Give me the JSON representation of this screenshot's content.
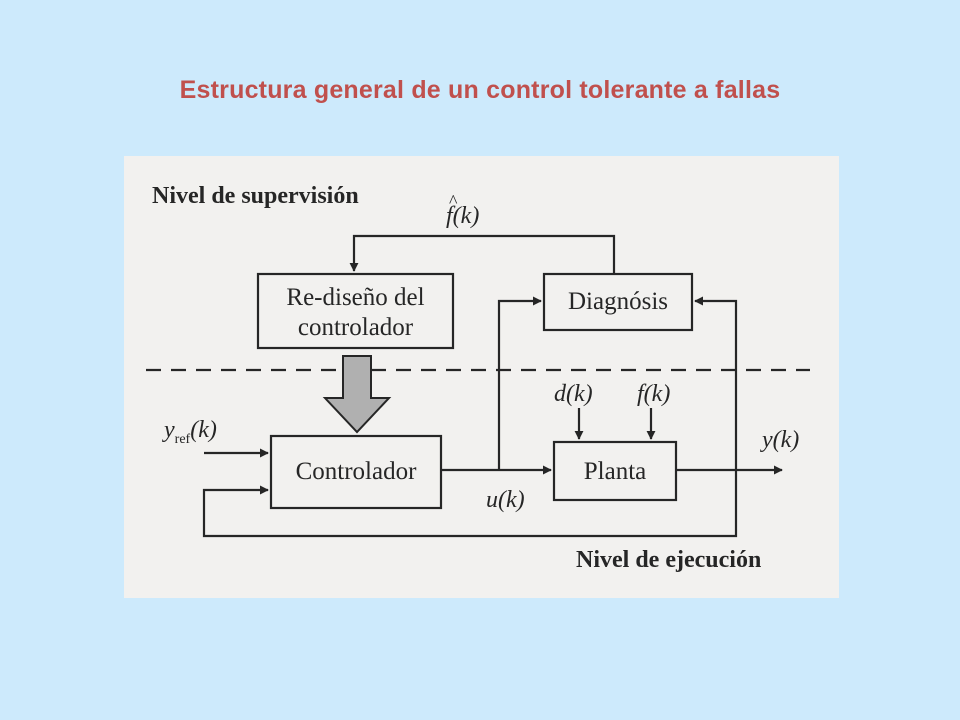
{
  "title": "Estructura general de un control tolerante a fallas",
  "diagram": {
    "levels": {
      "supervision": "Nivel de supervisión",
      "execution": "Nivel de ejecución"
    },
    "blocks": {
      "redesign_line1": "Re-diseño del",
      "redesign_line2": "controlador",
      "diagnosis": "Diagnósis",
      "controller": "Controlador",
      "plant": "Planta"
    },
    "signals": {
      "f_hat": "f",
      "f_hat_mark": "^",
      "f_hat_arg": "(k)",
      "y_ref": "y",
      "y_ref_sub": "ref",
      "y_ref_arg": "(k)",
      "d": "d(k)",
      "f": "f(k)",
      "u": "u(k)",
      "y": "y(k)"
    },
    "colors": {
      "ink": "#262626",
      "paper": "#f2f1ef",
      "big_arrow": "#b0b0b0",
      "title": "#c0504d",
      "background": "#cdeafc"
    }
  }
}
